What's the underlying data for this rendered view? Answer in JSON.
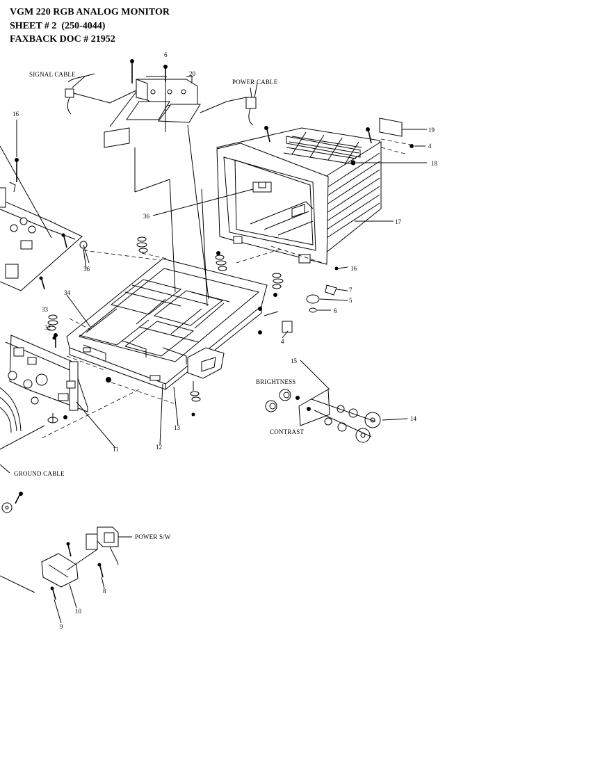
{
  "header": {
    "line1": "VGM 220 RGB ANALOG MONITOR",
    "line2": "SHEET # 2  (250-4044)",
    "line3": "FAXBACK DOC # 21952"
  },
  "callouts": {
    "signal_cable": "SIGNAL CABLE",
    "power_cable": "POWER CABLE",
    "brightness": "BRIGHTNESS",
    "contrast": "CONTRAST",
    "ground_cable": "GROUND CABLE",
    "power_sw": "POWER S/W"
  },
  "part_numbers": {
    "p6a": "6",
    "p20": "20",
    "p16a": "16",
    "p19": "19",
    "p4a": "4",
    "p18": "18",
    "p36a": "36",
    "p17": "17",
    "p36b": "36",
    "p16b": "16",
    "p7": "7",
    "p5": "5",
    "p6b": "6",
    "p4b": "4",
    "p34": "34",
    "p33": "33",
    "p32": "32",
    "p15": "15",
    "p14": "14",
    "p13": "13",
    "p12": "12",
    "p11": "11",
    "p8": "8",
    "p10": "10",
    "p9": "9"
  }
}
